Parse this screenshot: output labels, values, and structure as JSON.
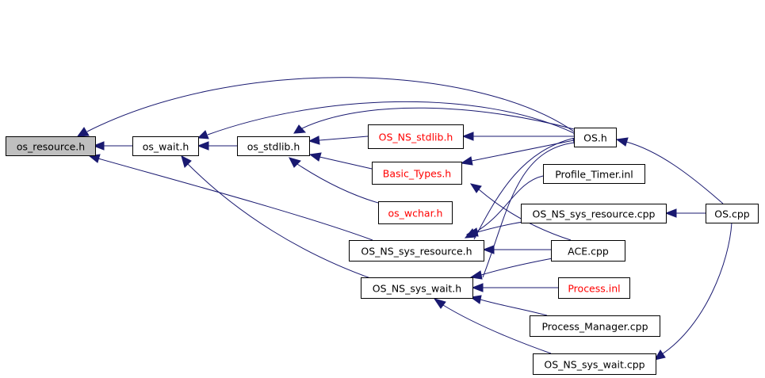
{
  "colors": {
    "edge": "#191970",
    "node_border": "#000000",
    "highlight_border": "#ff0000",
    "focus_fill": "#bfbfbf",
    "node_fill": "#ffffff",
    "text": "#000000",
    "red_text": "#ff0000"
  },
  "nodes": [
    {
      "id": "os_resource_h",
      "label": "os_resource.h",
      "style": "focus"
    },
    {
      "id": "os_wait_h",
      "label": "os_wait.h",
      "style": "normal"
    },
    {
      "id": "os_stdlib_h",
      "label": "os_stdlib.h",
      "style": "normal"
    },
    {
      "id": "OS_NS_stdlib_h",
      "label": "OS_NS_stdlib.h",
      "style": "red"
    },
    {
      "id": "Basic_Types_h",
      "label": "Basic_Types.h",
      "style": "red"
    },
    {
      "id": "os_wchar_h",
      "label": "os_wchar.h",
      "style": "red"
    },
    {
      "id": "OS_h",
      "label": "OS.h",
      "style": "normal"
    },
    {
      "id": "Profile_Timer_inl",
      "label": "Profile_Timer.inl",
      "style": "normal"
    },
    {
      "id": "OS_NS_sys_resource_cpp",
      "label": "OS_NS_sys_resource.cpp",
      "style": "normal"
    },
    {
      "id": "OS_cpp",
      "label": "OS.cpp",
      "style": "normal"
    },
    {
      "id": "OS_NS_sys_resource_h",
      "label": "OS_NS_sys_resource.h",
      "style": "normal"
    },
    {
      "id": "ACE_cpp",
      "label": "ACE.cpp",
      "style": "normal"
    },
    {
      "id": "OS_NS_sys_wait_h",
      "label": "OS_NS_sys_wait.h",
      "style": "normal"
    },
    {
      "id": "Process_inl",
      "label": "Process.inl",
      "style": "red"
    },
    {
      "id": "Process_Manager_cpp",
      "label": "Process_Manager.cpp",
      "style": "normal"
    },
    {
      "id": "OS_NS_sys_wait_cpp",
      "label": "OS_NS_sys_wait.cpp",
      "style": "normal"
    }
  ],
  "edges": [
    {
      "from": "os_wait_h",
      "to": "os_resource_h"
    },
    {
      "from": "OS_h",
      "to": "os_resource_h"
    },
    {
      "from": "OS_NS_sys_resource_h",
      "to": "os_resource_h"
    },
    {
      "from": "os_stdlib_h",
      "to": "os_wait_h"
    },
    {
      "from": "OS_h",
      "to": "os_wait_h"
    },
    {
      "from": "OS_NS_sys_wait_h",
      "to": "os_wait_h"
    },
    {
      "from": "OS_NS_stdlib_h",
      "to": "os_stdlib_h"
    },
    {
      "from": "Basic_Types_h",
      "to": "os_stdlib_h"
    },
    {
      "from": "os_wchar_h",
      "to": "os_stdlib_h"
    },
    {
      "from": "OS_h",
      "to": "os_stdlib_h"
    },
    {
      "from": "OS_h",
      "to": "OS_NS_stdlib_h"
    },
    {
      "from": "OS_h",
      "to": "Basic_Types_h"
    },
    {
      "from": "ACE_cpp",
      "to": "Basic_Types_h"
    },
    {
      "from": "OS_cpp",
      "to": "OS_h"
    },
    {
      "from": "OS_NS_sys_resource_h",
      "to": "OS_h"
    },
    {
      "from": "OS_NS_sys_wait_h",
      "to": "OS_h"
    },
    {
      "from": "OS_cpp",
      "to": "OS_NS_sys_resource_cpp"
    },
    {
      "from": "OS_NS_sys_wait_cpp",
      "to": "OS_cpp"
    },
    {
      "from": "Profile_Timer_inl",
      "to": "OS_NS_sys_resource_h"
    },
    {
      "from": "OS_NS_sys_resource_cpp",
      "to": "OS_NS_sys_resource_h"
    },
    {
      "from": "ACE_cpp",
      "to": "OS_NS_sys_resource_h"
    },
    {
      "from": "ACE_cpp",
      "to": "OS_NS_sys_wait_h"
    },
    {
      "from": "Process_inl",
      "to": "OS_NS_sys_wait_h"
    },
    {
      "from": "Process_Manager_cpp",
      "to": "OS_NS_sys_wait_h"
    },
    {
      "from": "OS_NS_sys_wait_cpp",
      "to": "OS_NS_sys_wait_h"
    }
  ]
}
